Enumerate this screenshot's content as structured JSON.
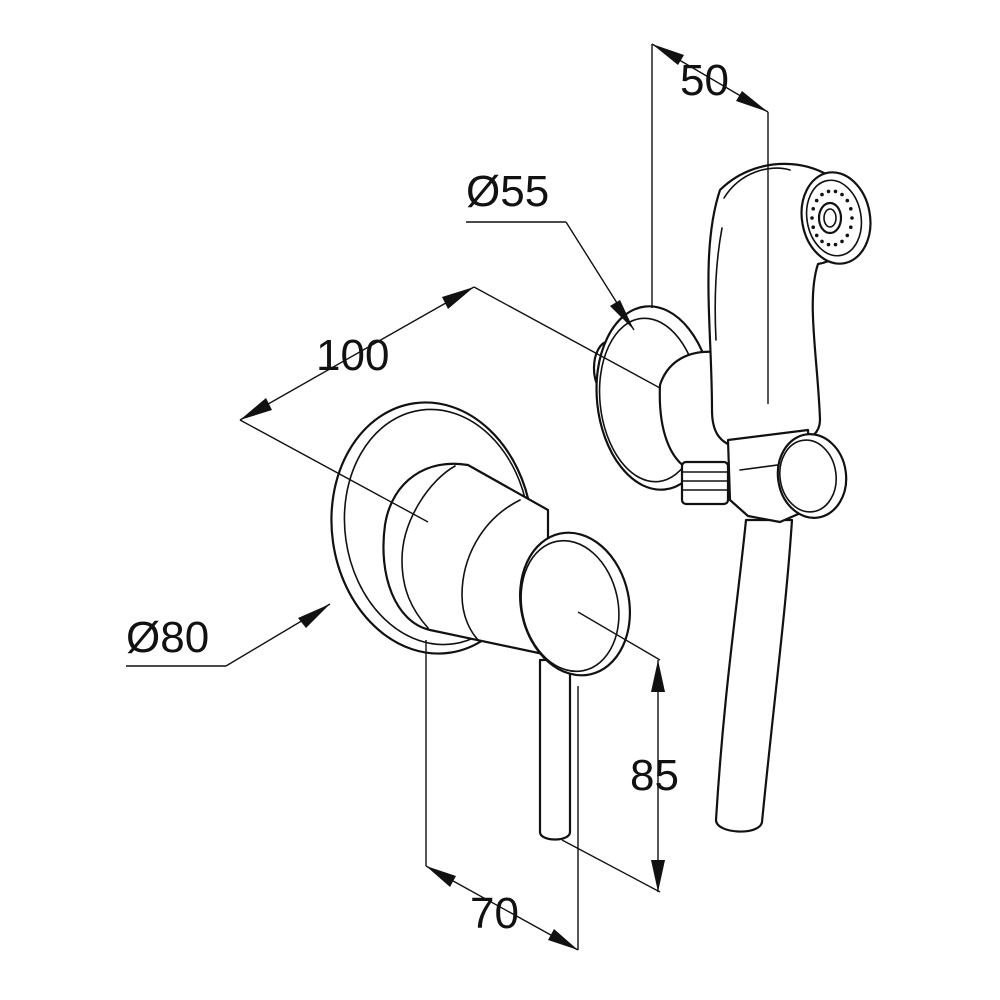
{
  "dimensions": {
    "width_top": "50",
    "holder_diameter": "Ø55",
    "overall_depth": "100",
    "plate_diameter": "Ø80",
    "lever_height": "85",
    "lever_projection": "70"
  }
}
